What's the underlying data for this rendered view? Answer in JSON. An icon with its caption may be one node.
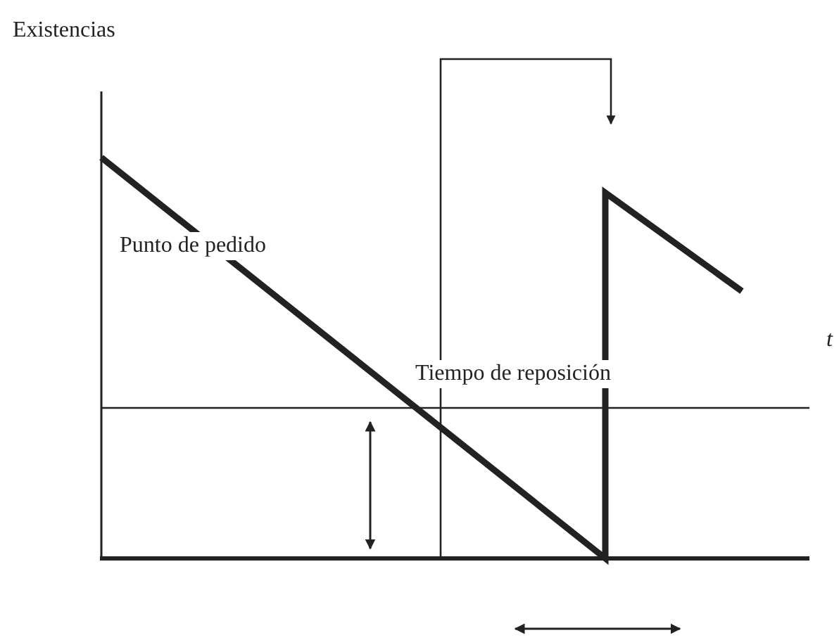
{
  "diagram": {
    "labels": [
      "Existencias",
      "Punto de pedido",
      "t",
      "Tiempo de reposición"
    ]
  }
}
